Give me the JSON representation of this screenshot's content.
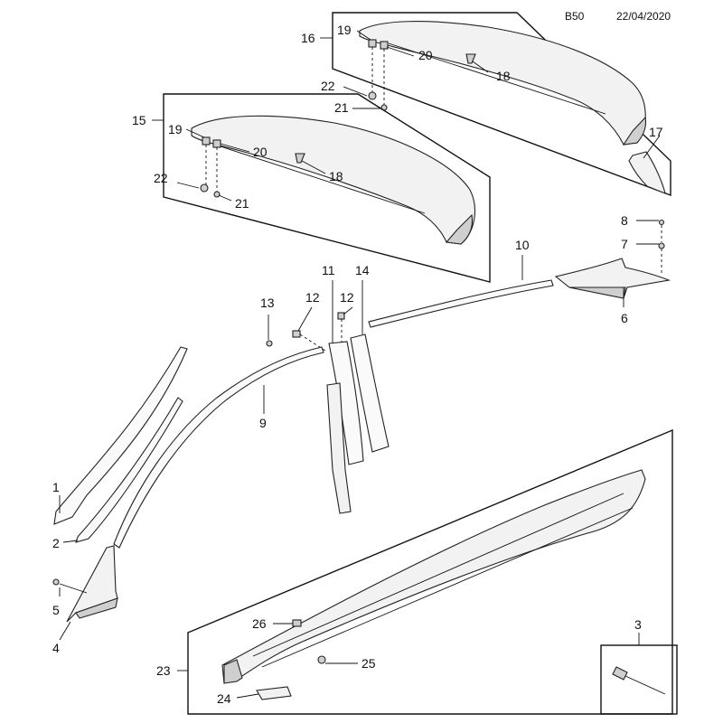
{
  "header": {
    "code": "B50",
    "date": "22/04/2020"
  },
  "callouts": {
    "c1": "1",
    "c2": "2",
    "c3": "3",
    "c4": "4",
    "c5": "5",
    "c6": "6",
    "c7": "7",
    "c8": "8",
    "c9": "9",
    "c10": "10",
    "c11": "11",
    "c12a": "12",
    "c12b": "12",
    "c13": "13",
    "c14": "14",
    "c15": "15",
    "c16": "16",
    "c17": "17",
    "c18a": "18",
    "c18b": "18",
    "c19a": "19",
    "c19b": "19",
    "c20a": "20",
    "c20b": "20",
    "c21a": "21",
    "c21b": "21",
    "c22a": "22",
    "c22b": "22",
    "c23": "23",
    "c24": "24",
    "c25": "25",
    "c26": "26"
  }
}
